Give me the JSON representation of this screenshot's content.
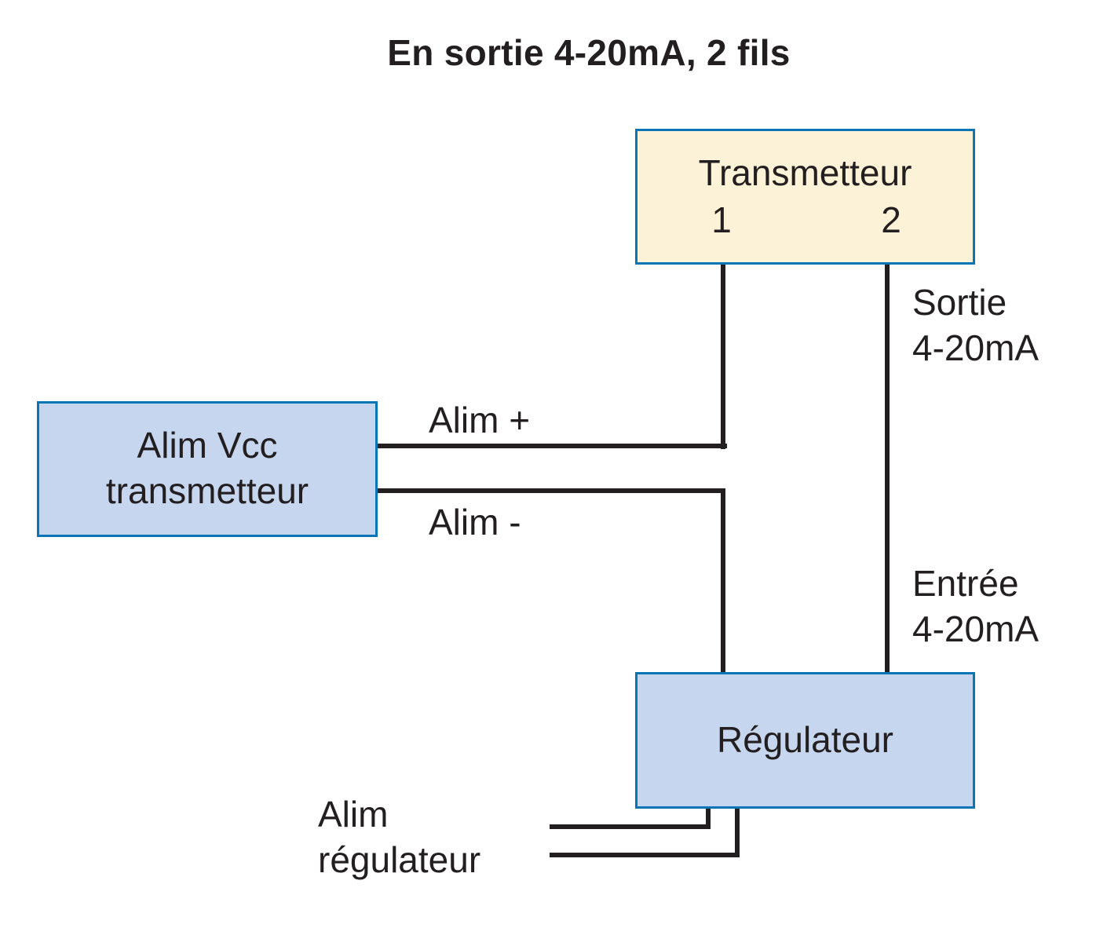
{
  "title": "En sortie 4-20mA, 2 fils",
  "boxes": {
    "transmitter": {
      "name": "Transmetteur",
      "terminal_1": "1",
      "terminal_2": "2"
    },
    "power_supply": {
      "line1": "Alim Vcc",
      "line2": "transmetteur"
    },
    "regulator": {
      "name": "Régulateur"
    }
  },
  "labels": {
    "alim_plus": "Alim +",
    "alim_minus": "Alim -",
    "output": {
      "line1": "Sortie",
      "line2": "4-20mA"
    },
    "input": {
      "line1": "Entrée",
      "line2": "4-20mA"
    },
    "regulator_supply": {
      "line1": "Alim",
      "line2": "régulateur"
    }
  },
  "colors": {
    "box_border": "#0a75b5",
    "box_fill_blue": "#c6d6ef",
    "box_fill_yellow": "#fcf2d7",
    "wire": "#231f20",
    "text": "#231f20"
  }
}
